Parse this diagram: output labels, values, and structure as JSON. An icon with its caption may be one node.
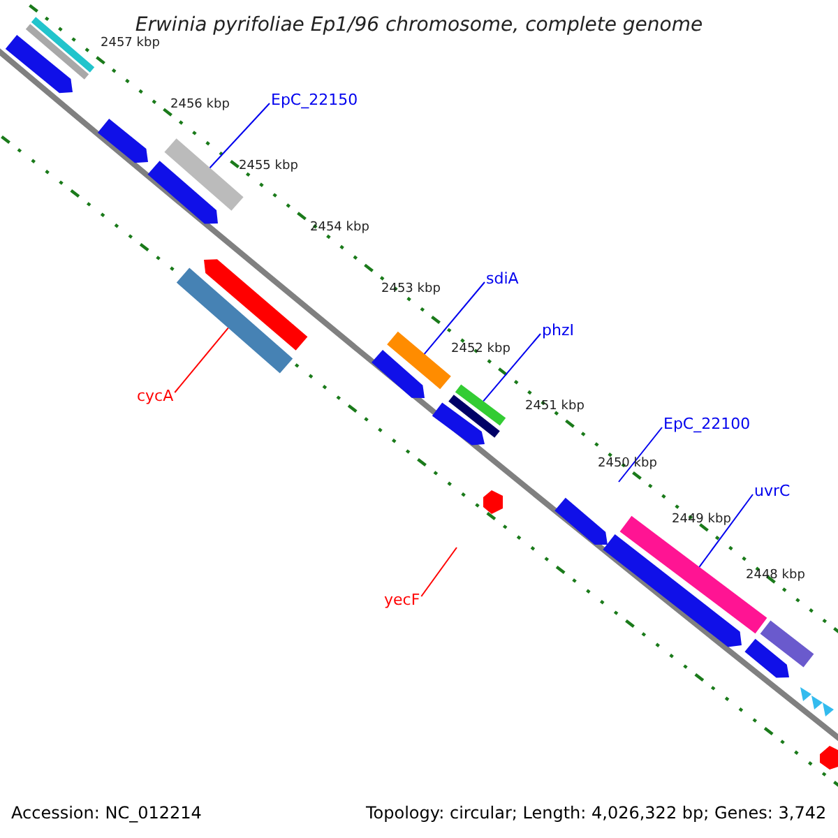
{
  "diagram": {
    "title": "Erwinia pyrifoliae Ep1/96 chromosome, complete genome",
    "nodes": [
      {
        "text": [
          "EpC_22150"
        ]
      },
      {
        "text": [],
        "shape": "bar"
      },
      {
        "text": [
          "sdiA"
        ]
      },
      {
        "text": [],
        "shape": "bar"
      },
      {
        "text": [
          "phzI"
        ]
      },
      {
        "text": [],
        "shape": "bar"
      },
      {
        "text": [
          "EpC_22100"
        ]
      },
      {
        "text": [
          "uvrC"
        ]
      },
      {
        "text": [],
        "shape": "bar"
      },
      {
        "text": [
          "cycA"
        ]
      },
      {
        "text": [],
        "shape": "bar"
      },
      {
        "text": [
          "yecF"
        ]
      },
      {
        "text": [],
        "shape": "bar"
      },
      {
        "text": [],
        "shape": "bar"
      },
      {
        "text": [],
        "shape": "arrow"
      },
      {
        "text": [],
        "shape": "arrow"
      },
      {
        "text": [],
        "shape": "arrow"
      },
      {
        "text": [],
        "shape": "arrow"
      },
      {
        "text": [],
        "shape": "arrow"
      },
      {
        "text": [],
        "shape": "bar"
      },
      {
        "text": [],
        "shape": "arrow"
      },
      {
        "text": [],
        "shape": "arrow"
      },
      {
        "text": [],
        "shape": "arrow"
      },
      {
        "text": [],
        "shape": "bar"
      },
      {
        "text": [],
        "shape": "arrow"
      }
    ],
    "edges": [
      {
        "from": 0,
        "to": 1,
        "arrow": "none"
      },
      {
        "from": 2,
        "to": 3,
        "arrow": "none"
      },
      {
        "from": 4,
        "to": 5,
        "arrow": "none"
      },
      {
        "from": 6,
        "to": null,
        "arrow": "none"
      },
      {
        "from": 7,
        "to": 8,
        "arrow": "none"
      },
      {
        "from": 9,
        "to": 10,
        "arrow": "none",
        "color": "#ff0000"
      },
      {
        "from": 11,
        "to": null,
        "arrow": "none",
        "color": "#ff0000"
      }
    ],
    "labels": [
      "2457 kbp",
      "2456 kbp",
      "2455 kbp",
      "2454 kbp",
      "2453 kbp",
      "2452 kbp",
      "2451 kbp",
      "2450 kbp",
      "2449 kbp",
      "2448 kbp",
      "Accession: NC_012214",
      "Topology: circular; Length: 4,026,322 bp; Genes: 3,742"
    ]
  }
}
